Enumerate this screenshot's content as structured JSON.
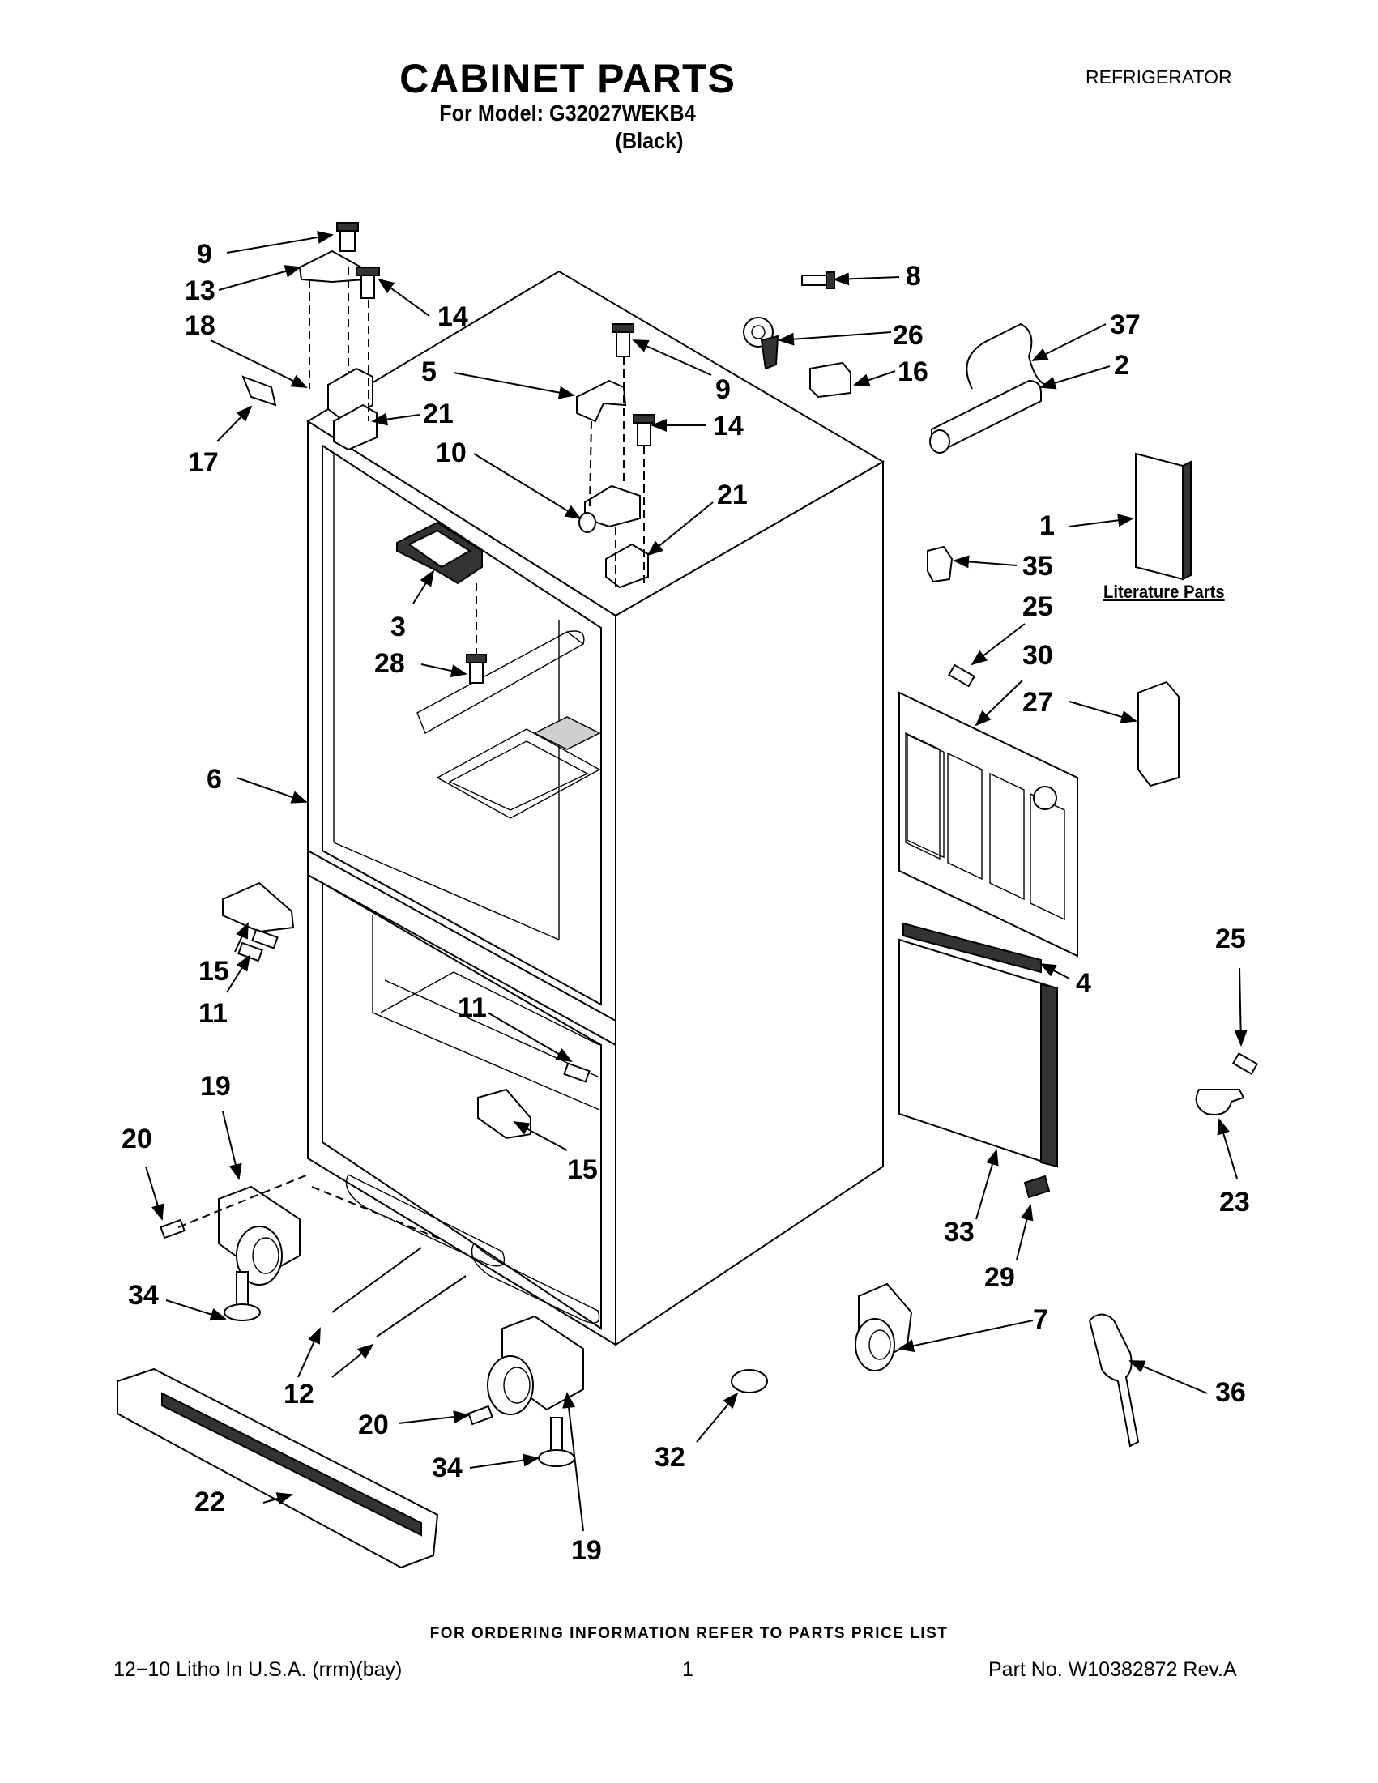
{
  "header": {
    "title": "CABINET PARTS",
    "model_line": "For Model: G32027WEKB4",
    "color_line": "(Black)",
    "category": "REFRIGERATOR"
  },
  "literature_label": "Literature Parts",
  "footer": {
    "order_info": "FOR ORDERING INFORMATION REFER TO PARTS PRICE LIST",
    "litho": "12−10 Litho In U.S.A. (rrm)(bay)",
    "page": "1",
    "part_no": "Part No. W10382872 Rev.A"
  },
  "callouts": [
    "9",
    "13",
    "14",
    "18",
    "17",
    "21",
    "5",
    "9",
    "14",
    "10",
    "21",
    "8",
    "26",
    "16",
    "37",
    "2",
    "1",
    "35",
    "25",
    "30",
    "27",
    "3",
    "28",
    "6",
    "15",
    "11",
    "11",
    "15",
    "4",
    "25",
    "23",
    "33",
    "29",
    "19",
    "20",
    "34",
    "12",
    "20",
    "34",
    "19",
    "22",
    "32",
    "7",
    "36"
  ]
}
